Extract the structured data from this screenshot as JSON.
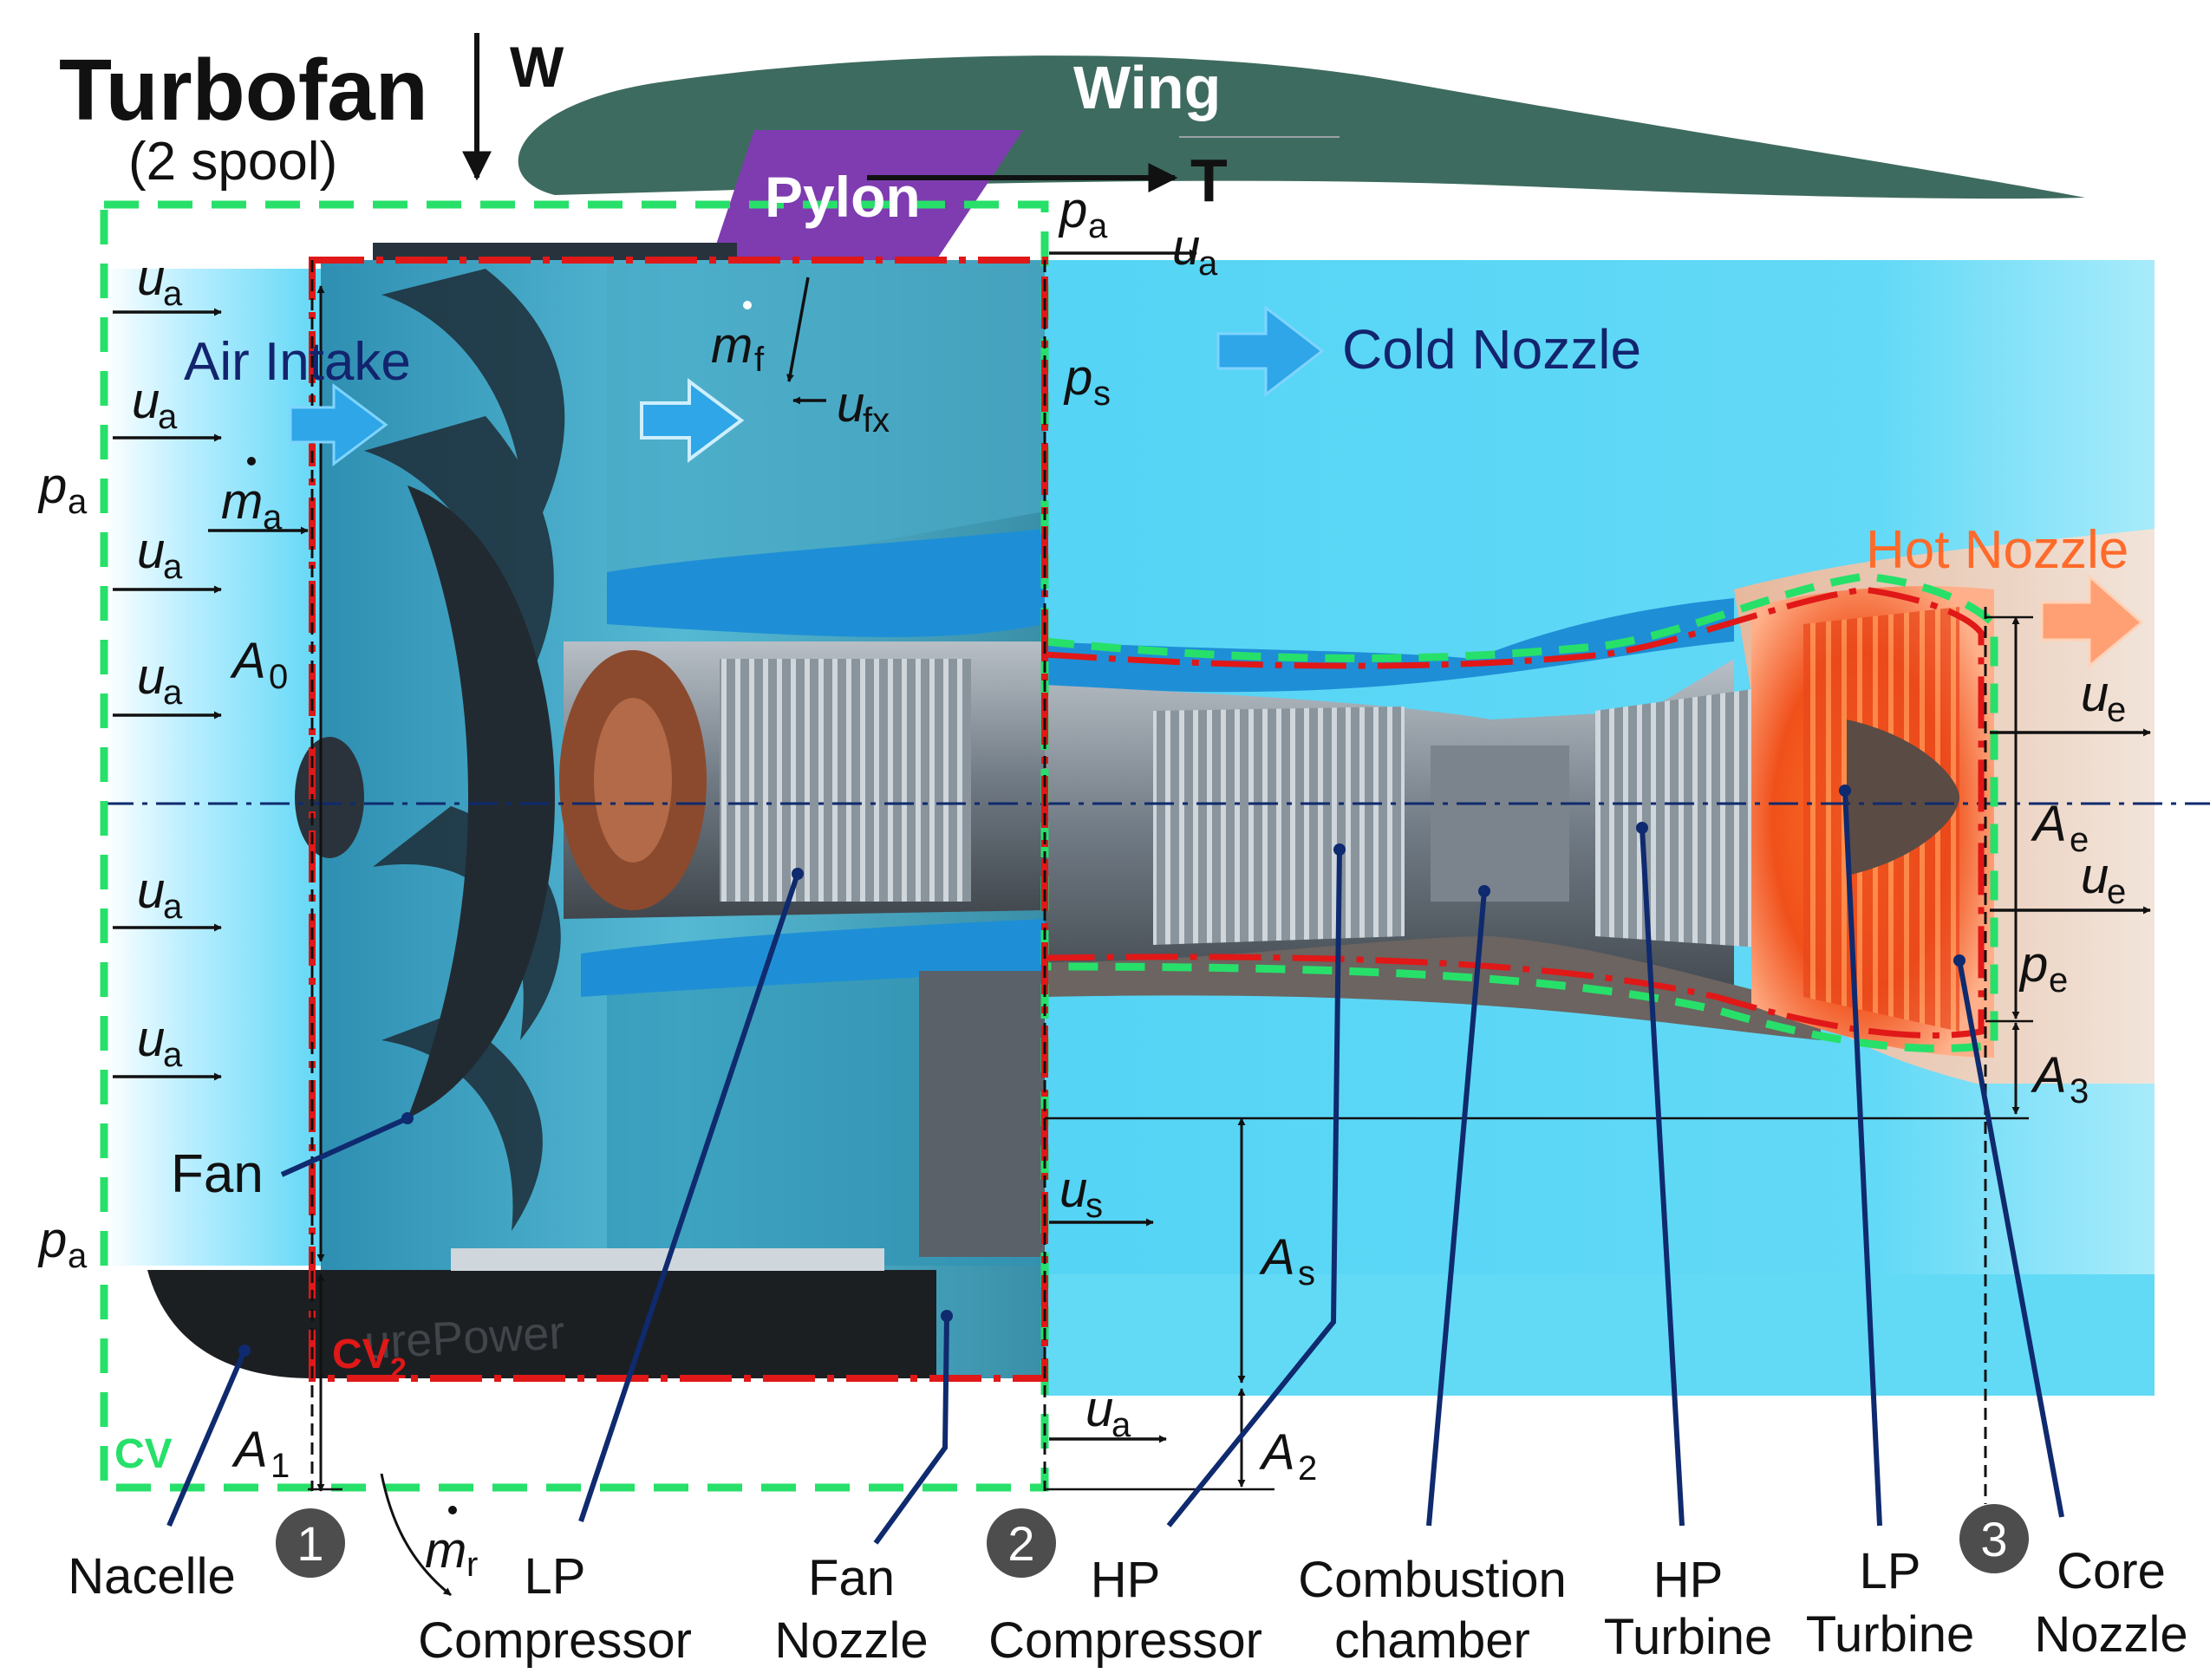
{
  "title": "Turbofan",
  "subtitle": "(2 spool)",
  "colors": {
    "flow_blue": "#5cd6f5",
    "engine_blue": "#1e8fd6",
    "cv_green": "#27e06a",
    "cv2_red": "#e01818",
    "wing": "#3e6b5f",
    "pylon": "#7e3cb0",
    "hot": "#f04a14",
    "leader": "#0f2a6e",
    "text_navy": "#13246e",
    "hot_text": "#ff6a2a"
  },
  "labels": {
    "weight": "W",
    "thrust": "T",
    "wing": "Wing",
    "pylon": "Pylon",
    "air_intake": "Air Intake",
    "cold_nozzle": "Cold Nozzle",
    "hot_nozzle": "Hot Nozzle",
    "fan": "Fan",
    "cv": "CV",
    "cv2_main": "CV",
    "cv2_sub": "2",
    "watermark": "urePower"
  },
  "symbols": {
    "u": "u",
    "a": "a",
    "p": "p",
    "m": "m",
    "f": "f",
    "fx": "fx",
    "s": "s",
    "e": "e",
    "r": "r",
    "A": "A",
    "zero": "0",
    "one": "1",
    "two": "2",
    "three": "3"
  },
  "stations": [
    "1",
    "2",
    "3"
  ],
  "components": [
    {
      "id": "nacelle",
      "line1": "Nacelle",
      "line2": ""
    },
    {
      "id": "lp-compressor",
      "line1": "LP",
      "line2": "Compressor"
    },
    {
      "id": "fan-nozzle",
      "line1": "Fan",
      "line2": "Nozzle"
    },
    {
      "id": "hp-compressor",
      "line1": "HP",
      "line2": "Compressor"
    },
    {
      "id": "combustion-chamber",
      "line1": "Combustion",
      "line2": "chamber"
    },
    {
      "id": "hp-turbine",
      "line1": "HP",
      "line2": "Turbine"
    },
    {
      "id": "lp-turbine",
      "line1": "LP",
      "line2": "Turbine"
    },
    {
      "id": "core-nozzle",
      "line1": "Core",
      "line2": "Nozzle"
    }
  ]
}
